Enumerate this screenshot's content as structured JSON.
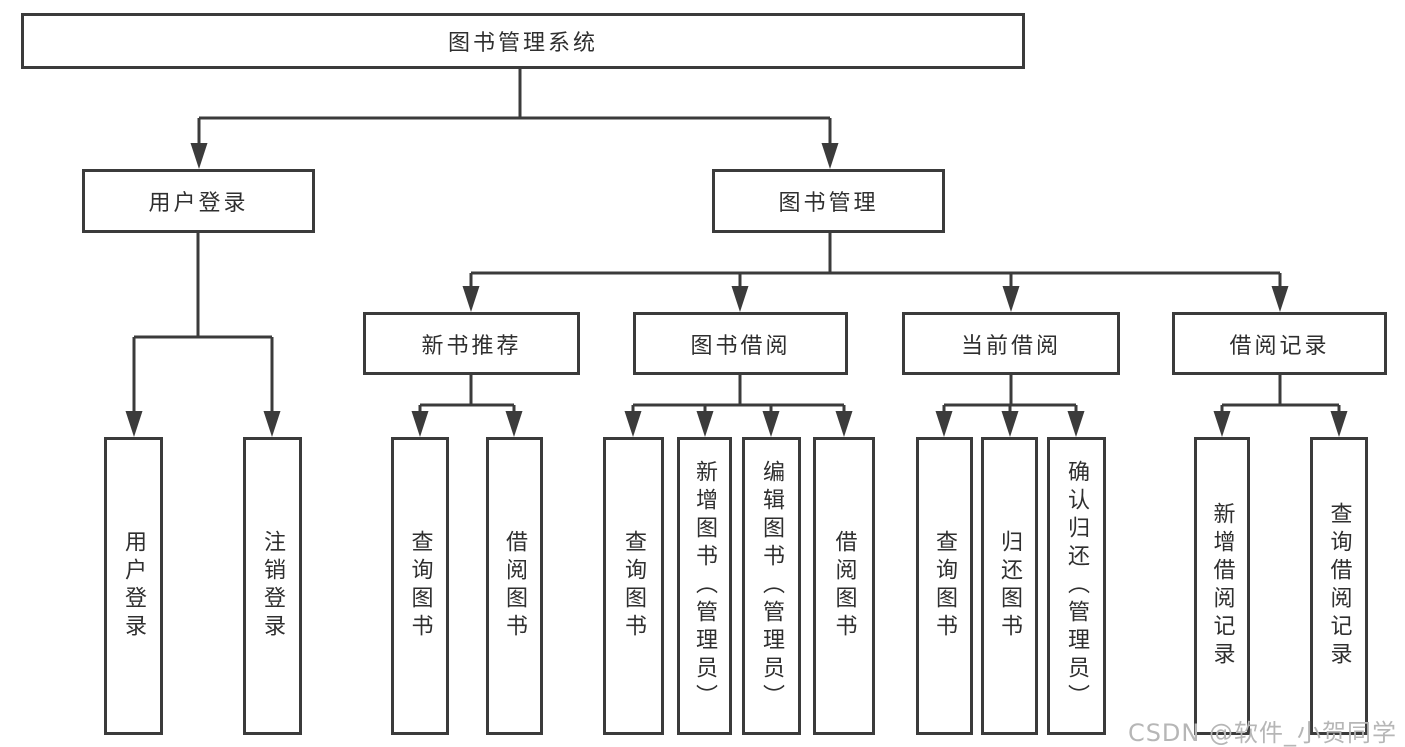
{
  "diagram": {
    "root": {
      "label": "图书管理系统"
    },
    "branches": [
      {
        "label": "用户登录",
        "children": [
          {
            "label": "用户登录"
          },
          {
            "label": "注销登录"
          }
        ]
      },
      {
        "label": "图书管理",
        "children": [
          {
            "label": "新书推荐",
            "children": [
              {
                "label": "查询图书"
              },
              {
                "label": "借阅图书"
              }
            ]
          },
          {
            "label": "图书借阅",
            "children": [
              {
                "label": "查询图书"
              },
              {
                "label": "新增图书（管理员）"
              },
              {
                "label": "编辑图书（管理员）"
              },
              {
                "label": "借阅图书"
              }
            ]
          },
          {
            "label": "当前借阅",
            "children": [
              {
                "label": "查询图书"
              },
              {
                "label": "归还图书"
              },
              {
                "label": "确认归还（管理员）"
              }
            ]
          },
          {
            "label": "借阅记录",
            "children": [
              {
                "label": "新增借阅记录"
              },
              {
                "label": "查询借阅记录"
              }
            ]
          }
        ]
      }
    ]
  },
  "watermark": {
    "text": "CSDN @软件_小贺同学"
  },
  "colors": {
    "line": "#3b3b3b",
    "text": "#2f2f2f",
    "watermark": "#b6b6b6",
    "background": "#ffffff"
  }
}
